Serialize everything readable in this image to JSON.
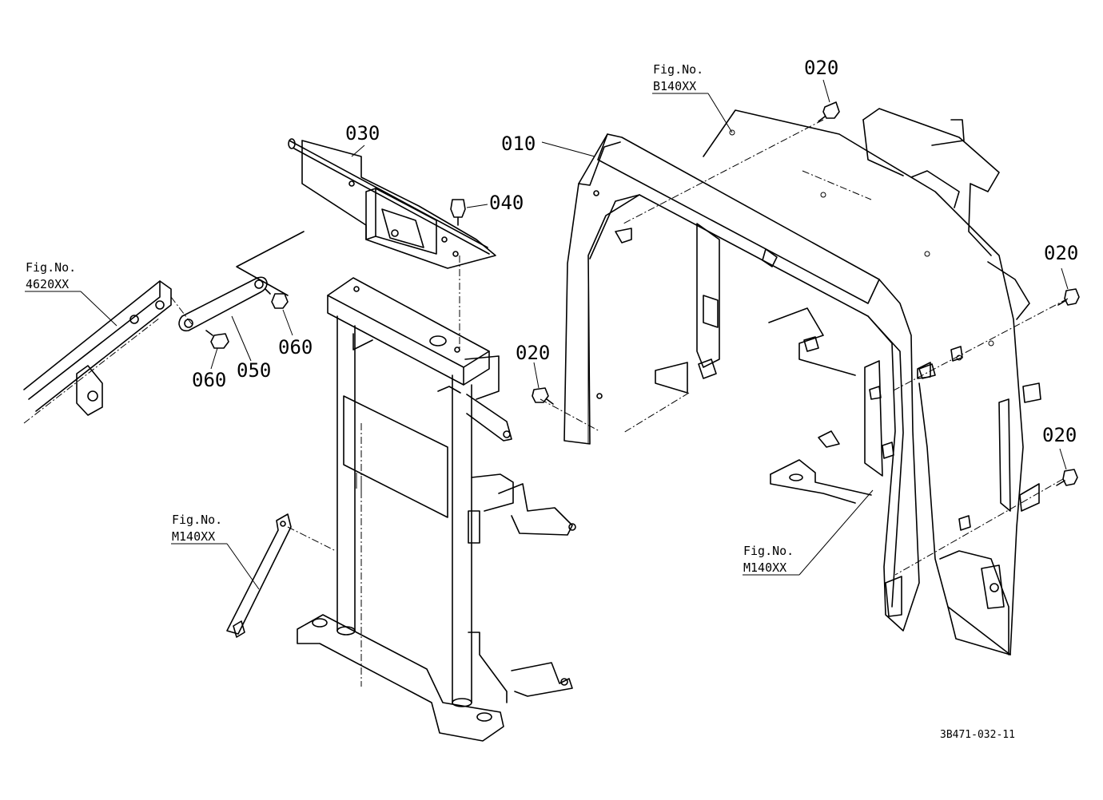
{
  "diagram": {
    "part_labels": [
      "010",
      "020",
      "020",
      "020",
      "020",
      "030",
      "040",
      "050",
      "060",
      "060"
    ],
    "fig_refs": [
      {
        "prefix": "Fig.No.",
        "code": "B140XX"
      },
      {
        "prefix": "Fig.No.",
        "code": "4620XX"
      },
      {
        "prefix": "Fig.No.",
        "code": "M140XX"
      },
      {
        "prefix": "Fig.No.",
        "code": "M140XX"
      }
    ],
    "drawing_number": "3B471-032-11"
  }
}
